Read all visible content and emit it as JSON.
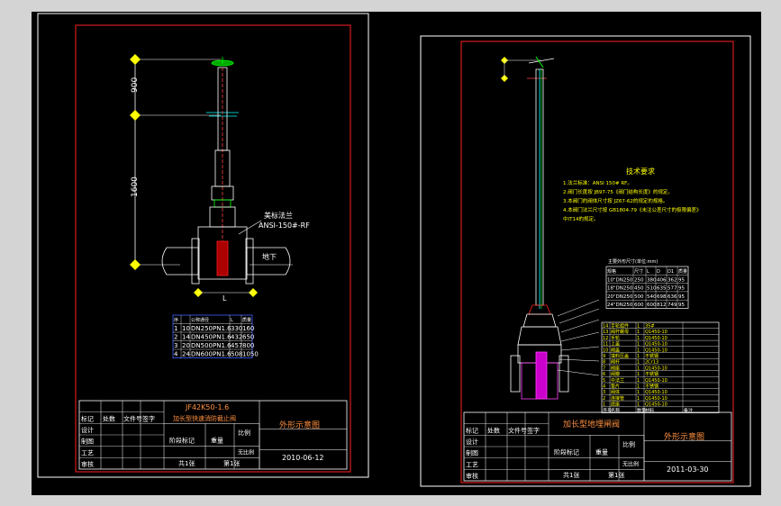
{
  "left": {
    "dim_upper": "900",
    "dim_lower": "1600",
    "flange_label_1": "美标法兰",
    "flange_label_2": "ANSI-150#-RF",
    "ground_label": "地下",
    "width_label": "L",
    "table": {
      "header": [
        "序",
        "公称通径",
        "L",
        "质量"
      ],
      "rows": [
        [
          "1",
          "10",
          "DN250PN1.6",
          "330",
          "160"
        ],
        [
          "2",
          "14",
          "DN450PN1.6",
          "432",
          "650"
        ],
        [
          "3",
          "20",
          "DN500PN1.6",
          "457",
          "800"
        ],
        [
          "4",
          "24",
          "DN600PN1.6",
          "508",
          "1050"
        ]
      ]
    },
    "title": {
      "cells": [
        "标记",
        "处数",
        "文件号",
        "签字"
      ],
      "row_labels": [
        "设计",
        "制图",
        "工艺",
        "审核"
      ],
      "std_mark": "阶段标记",
      "weight": "重量",
      "ratio": "比例",
      "ratio_val": "无比例",
      "sheet_total": "共1张",
      "sheet_no": "第1张",
      "model": "JF42K50-1.6",
      "name": "加长型快速消防截止阀",
      "drawing": "外形示意图",
      "date": "2010-06-12"
    }
  },
  "right": {
    "tech_title": "技术要求",
    "tech_lines": [
      "1.法兰标准：ANSI 150# RF。",
      "2.阀门长度按 JB97-75《阀门结构长度》的规定。",
      "3.本阀门的阀体尺寸按 JZ67-62的规定的规格。",
      "4.本阀门法兰尺寸按 GB1804-79《未注公差尺寸的极限偏差》",
      "  中IT14的规定。"
    ],
    "dim_table_title": "主要外形尺寸(单位:mm)",
    "dim_table": {
      "header": [
        "规格",
        "尺寸",
        "L",
        "D",
        "D1",
        "质量"
      ],
      "rows": [
        [
          "10\"DN250",
          "250",
          "380",
          "406",
          "362",
          "95"
        ],
        [
          "18\"DN250",
          "450",
          "510",
          "635",
          "577",
          "95"
        ],
        [
          "20\"DN250",
          "500",
          "540",
          "698",
          "636",
          "95"
        ],
        [
          "24\"DN250",
          "600",
          "600",
          "812",
          "749",
          "95"
        ]
      ]
    },
    "parts_header": [
      "序号",
      "名称",
      "数量",
      "材料",
      "备注"
    ],
    "parts": [
      [
        "14",
        "手轮组件",
        "1",
        "35#"
      ],
      [
        "13",
        "阀杆螺母",
        "1",
        "Q1450-10"
      ],
      [
        "12",
        "手轮",
        "1",
        "Q1450-10"
      ],
      [
        "11",
        "上盖",
        "1",
        "Q1450-10"
      ],
      [
        "10",
        "阀盖",
        "1",
        "Q1450-10"
      ],
      [
        "9",
        "填料压盖",
        "1",
        "不锈钢"
      ],
      [
        "8",
        "阀杆",
        "1",
        "2Cr13"
      ],
      [
        "7",
        "阀座",
        "1",
        "Q1450-10"
      ],
      [
        "6",
        "阀瓣",
        "1",
        "不锈钢"
      ],
      [
        "5",
        "中法兰",
        "1",
        "Q1450-10"
      ],
      [
        "4",
        "垫片",
        "1",
        "不锈钢"
      ],
      [
        "3",
        "阀体",
        "1",
        "Q1450-10"
      ],
      [
        "2",
        "连接管",
        "1",
        "Q1450-10"
      ],
      [
        "1",
        "底座",
        "1",
        "Q1450-10"
      ]
    ],
    "title": {
      "cells": [
        "标记",
        "处数",
        "文件号",
        "签字"
      ],
      "row_labels": [
        "设计",
        "制图",
        "工艺",
        "审核"
      ],
      "std_mark": "阶段标记",
      "weight": "重量",
      "ratio": "比例",
      "ratio_val": "无比例",
      "sheet_total": "共1张",
      "sheet_no": "第1张",
      "name": "加长型地埋闸阀",
      "drawing": "外形示意图",
      "date": "2011-03-30"
    }
  }
}
